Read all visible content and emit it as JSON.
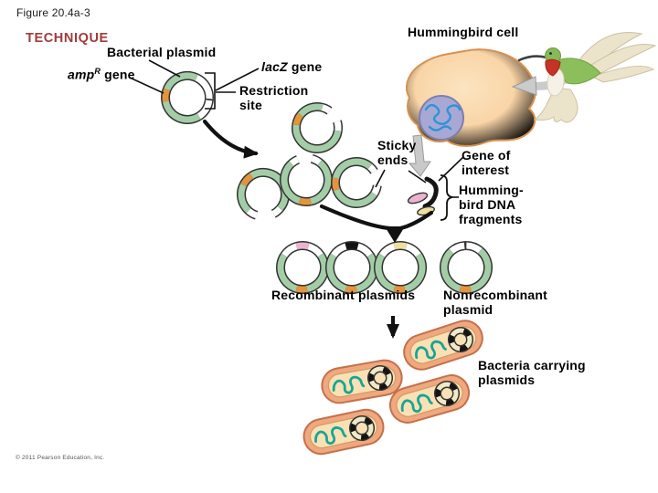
{
  "figure": {
    "id": "Figure 20.4a-3",
    "technique_heading": "TECHNIQUE",
    "copyright": "© 2011 Pearson Education, Inc."
  },
  "labels": {
    "hummingbird_cell": "Hummingbird cell",
    "bacterial_plasmid": "Bacterial plasmid",
    "amp_gene": {
      "italic": "amp",
      "sup": "R",
      "rest": " gene"
    },
    "lacz_gene": {
      "italic": "lacZ",
      "rest": " gene"
    },
    "restriction_site": "Restriction\nsite",
    "sticky_ends": "Sticky\nends",
    "gene_of_interest": "Gene of\ninterest",
    "hummingbird_dna_fragments": "Humming-\nbird DNA\nfragments",
    "recombinant_plasmids": "Recombinant plasmids",
    "nonrecombinant_plasmid": "Nonrecombinant\nplasmid",
    "bacteria_carrying_plasmids": "Bacteria carrying\nplasmids"
  },
  "colors": {
    "technique_red": "#a23b3b",
    "plasmid_green": "#a3cda7",
    "amp_orange": "#e2953e",
    "insert_white": "#ffffff",
    "insert_pink": "#ecb3d1",
    "insert_yellow": "#efdf9f",
    "insert_black": "#141414",
    "segment_outline": "#333333",
    "mini_ring_pale": "#efe9c8",
    "cell_fill": "#f9d5a7",
    "cell_outline": "#d8914f",
    "nucleus_fill": "#a8a8d5",
    "dna_blue": "#2f93d6",
    "bacterium_border_fill": "#efa87f",
    "bacterium_inner_fill": "#f9e1b5",
    "chromosome_teal": "#18a594",
    "arrow_gray": "#c9c9c9",
    "arrow_black": "#111111"
  }
}
